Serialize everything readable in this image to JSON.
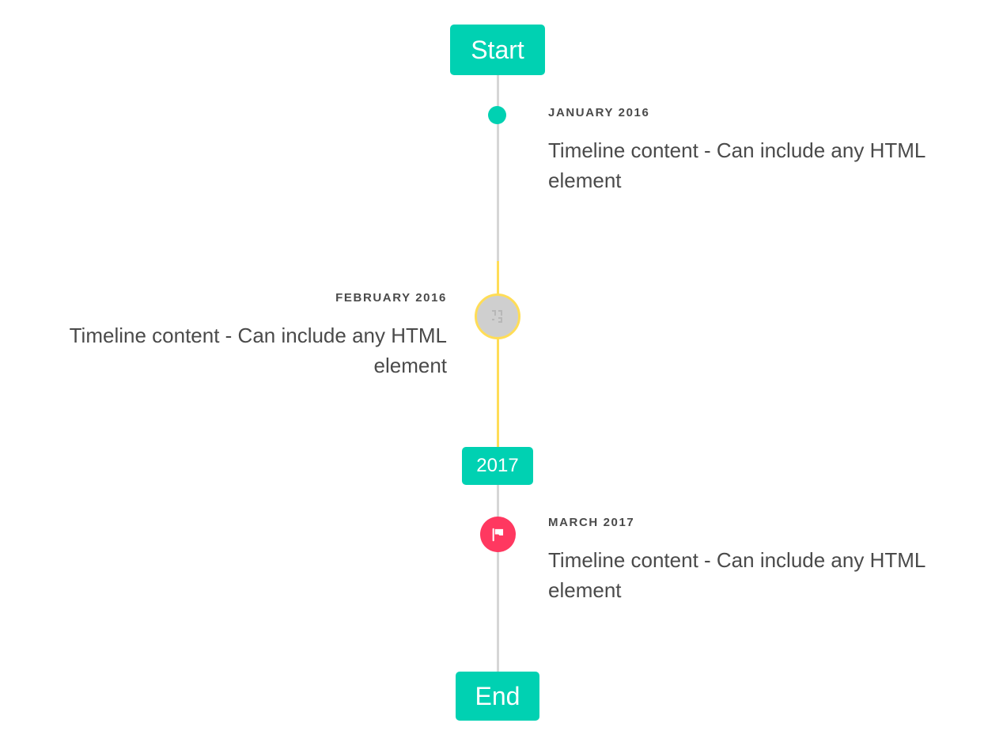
{
  "timeline": {
    "start_badge": {
      "label": "Start",
      "color": "#00d1b2"
    },
    "year_badge": {
      "label": "2017",
      "color": "#00d1b2"
    },
    "end_badge": {
      "label": "End",
      "color": "#00d1b2"
    },
    "rail": {
      "default_color": "#d6d6d6",
      "highlight_color": "#ffdd57"
    },
    "entries": [
      {
        "heading": "JANUARY 2016",
        "body": "Timeline content - Can include any HTML element",
        "side": "right",
        "marker": {
          "type": "dot",
          "icon": "none",
          "color": "#00d1b2"
        }
      },
      {
        "heading": "FEBRUARY 2016",
        "body": "Timeline content - Can include any HTML element",
        "side": "left",
        "marker": {
          "type": "large-circle",
          "icon": "missing-glyph",
          "color": "#cfcfcf",
          "ring_color": "#ffdd57"
        }
      },
      {
        "heading": "MARCH 2017",
        "body": "Timeline content - Can include any HTML element",
        "side": "right",
        "marker": {
          "type": "icon-circle",
          "icon": "flag-icon",
          "color": "#ff3860"
        }
      }
    ]
  },
  "theme": {
    "background": "#ffffff",
    "text_color": "#4a4a4a"
  }
}
